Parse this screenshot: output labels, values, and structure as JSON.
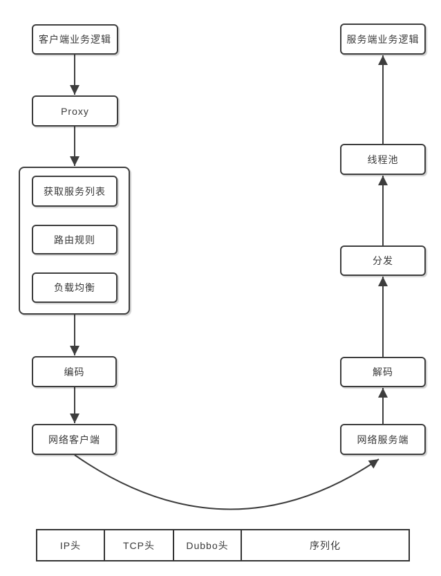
{
  "diagram": {
    "client_column": {
      "business_logic": "客户端业务逻辑",
      "proxy": "Proxy",
      "cluster": {
        "fetch_service_list": "获取服务列表",
        "route_rules": "路由规则",
        "load_balancing": "负载均衡"
      },
      "encode": "编码",
      "network_client": "网络客户端"
    },
    "server_column": {
      "business_logic": "服务端业务逻辑",
      "thread_pool": "线程池",
      "dispatch": "分发",
      "decode": "解码",
      "network_server": "网络服务端"
    },
    "packet_frame": {
      "cells": [
        "IP头",
        "TCP头",
        "Dubbo头",
        "序列化"
      ]
    },
    "colors": {
      "stroke": "#3d3d3d",
      "box_fill": "#ffffff",
      "text": "#383838",
      "background": "#ffffff"
    }
  }
}
